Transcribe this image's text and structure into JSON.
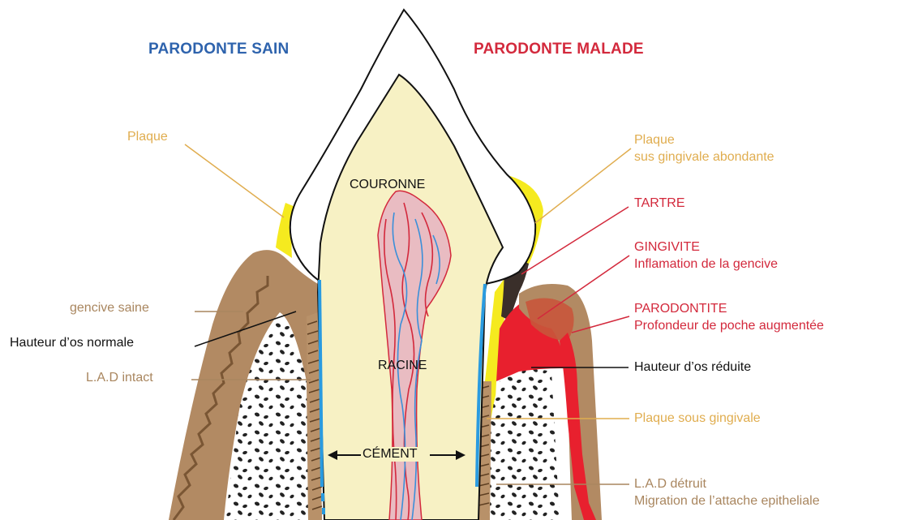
{
  "headers": {
    "healthy": "PARODONTE SAIN",
    "diseased": "PARODONTE MALADE"
  },
  "tooth_labels": {
    "crown": "COURONNE",
    "root": "RACINE",
    "cementum": "CÉMENT"
  },
  "left_labels": {
    "plaque": "Plaque",
    "healthy_gum": "gencive saine",
    "normal_bone": "Hauteur d’os normale",
    "lad_intact": "L.A.D intact"
  },
  "right_labels": {
    "plaque_line1": "Plaque",
    "plaque_line2": "sus gingivale abondante",
    "tartar": "TARTRE",
    "gingivitis_line1": "GINGIVITE",
    "gingivitis_line2": "Inflamation de la gencive",
    "periodontitis_line1": "PARODONTITE",
    "periodontitis_line2": "Profondeur de poche augmentée",
    "reduced_bone": "Hauteur d’os réduite",
    "subgingival_plaque": "Plaque sous gingivale",
    "lad_destroyed_line1": "L.A.D détruit",
    "lad_destroyed_line2": "Migration de l’attache epitheliale"
  },
  "colors": {
    "healthy_blue": "#2e63ad",
    "disease_red": "#d3293c",
    "plaque_gold": "#e0ad4f",
    "gum_brown": "#a9865f",
    "dentin": "#f7f1c4",
    "pulp": "#e9bcc2",
    "plaque_yellow": "#f5ea1f",
    "inflammation_red": "#e8202e"
  }
}
